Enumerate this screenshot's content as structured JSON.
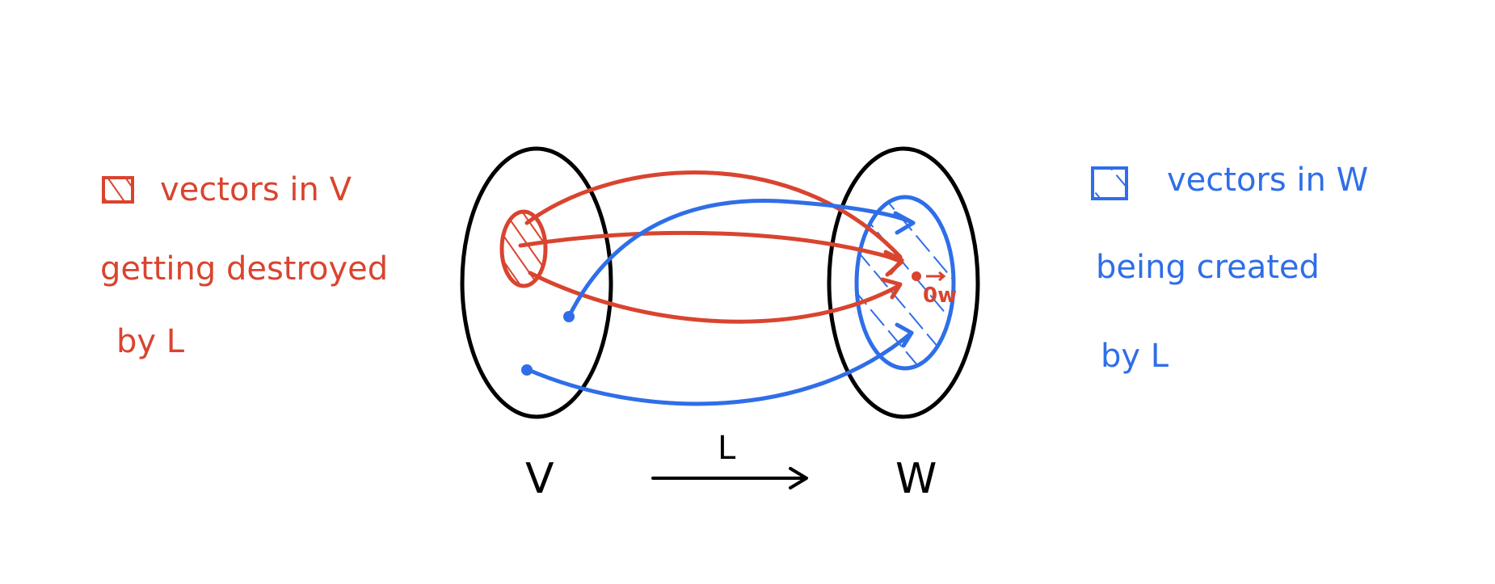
{
  "colors": {
    "red": "#d9442f",
    "blue": "#2f6ee8",
    "black": "#000000"
  },
  "left_legend": {
    "line1": "vectors in V",
    "line2": "getting destroyed",
    "line3": "by L"
  },
  "right_legend": {
    "line1": "vectors in W",
    "line2": "being created",
    "line3": "by L"
  },
  "domain_label": "V",
  "codomain_label": "W",
  "map_label": "L",
  "zero_vector_label": "0w"
}
